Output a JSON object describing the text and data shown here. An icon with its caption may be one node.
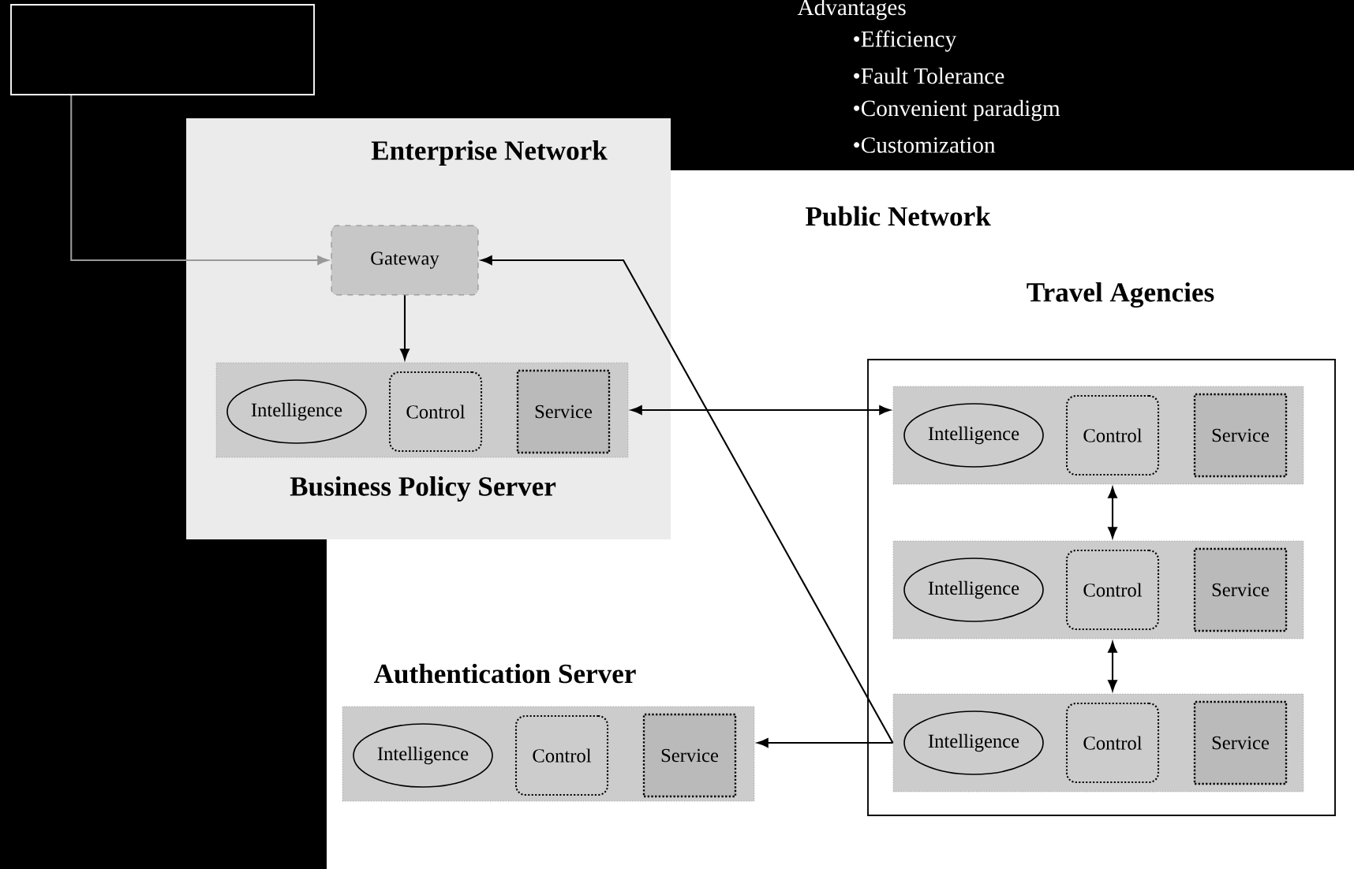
{
  "diagram": {
    "nodes": [
      {
        "text": [],
        "shape": "box"
      },
      {
        "text": [
          "Enterprise Network"
        ]
      },
      {
        "text": [
          "Gateway"
        ],
        "in": 1
      },
      {
        "text": [
          "Business Policy Server"
        ],
        "in": 1
      },
      {
        "text": [
          "Intelligence"
        ],
        "in": 3
      },
      {
        "text": [
          "Control"
        ],
        "in": 3
      },
      {
        "text": [
          "Service"
        ],
        "in": 3
      },
      {
        "text": [
          "Travel Agencies"
        ]
      },
      {
        "text": [],
        "shape": "bar",
        "in": 7
      },
      {
        "text": [
          "Intelligence"
        ],
        "in": 8
      },
      {
        "text": [
          "Control"
        ],
        "in": 8
      },
      {
        "text": [
          "Service"
        ],
        "in": 8
      },
      {
        "text": [],
        "shape": "bar",
        "in": 7
      },
      {
        "text": [
          "Intelligence"
        ],
        "in": 12
      },
      {
        "text": [
          "Control"
        ],
        "in": 12
      },
      {
        "text": [
          "Service"
        ],
        "in": 12
      },
      {
        "text": [],
        "shape": "bar",
        "in": 7
      },
      {
        "text": [
          "Intelligence"
        ],
        "in": 16
      },
      {
        "text": [
          "Control"
        ],
        "in": 16
      },
      {
        "text": [
          "Service"
        ],
        "in": 16
      },
      {
        "text": [
          "Authentication Server"
        ]
      },
      {
        "text": [
          "Intelligence"
        ],
        "in": 20
      },
      {
        "text": [
          "Control"
        ],
        "in": 20
      },
      {
        "text": [
          "Service"
        ],
        "in": 20
      }
    ],
    "edges": [
      {
        "from": 0,
        "to": 2,
        "arrow": "to",
        "color": "#999999"
      },
      {
        "from": 2,
        "to": 3,
        "arrow": "to"
      },
      {
        "from": 3,
        "to": 8,
        "arrow": "both"
      },
      {
        "from": 16,
        "to": 2,
        "arrow": "to"
      },
      {
        "from": 16,
        "to": 20,
        "arrow": "to"
      },
      {
        "from": 8,
        "to": 12,
        "arrow": "both"
      },
      {
        "from": 12,
        "to": 16,
        "arrow": "both"
      }
    ],
    "labels": [
      "Advantages",
      "•Efficiency",
      "•Fault Tolerance",
      "•Convenient paradigm",
      "•Customization",
      "Public Network"
    ]
  }
}
